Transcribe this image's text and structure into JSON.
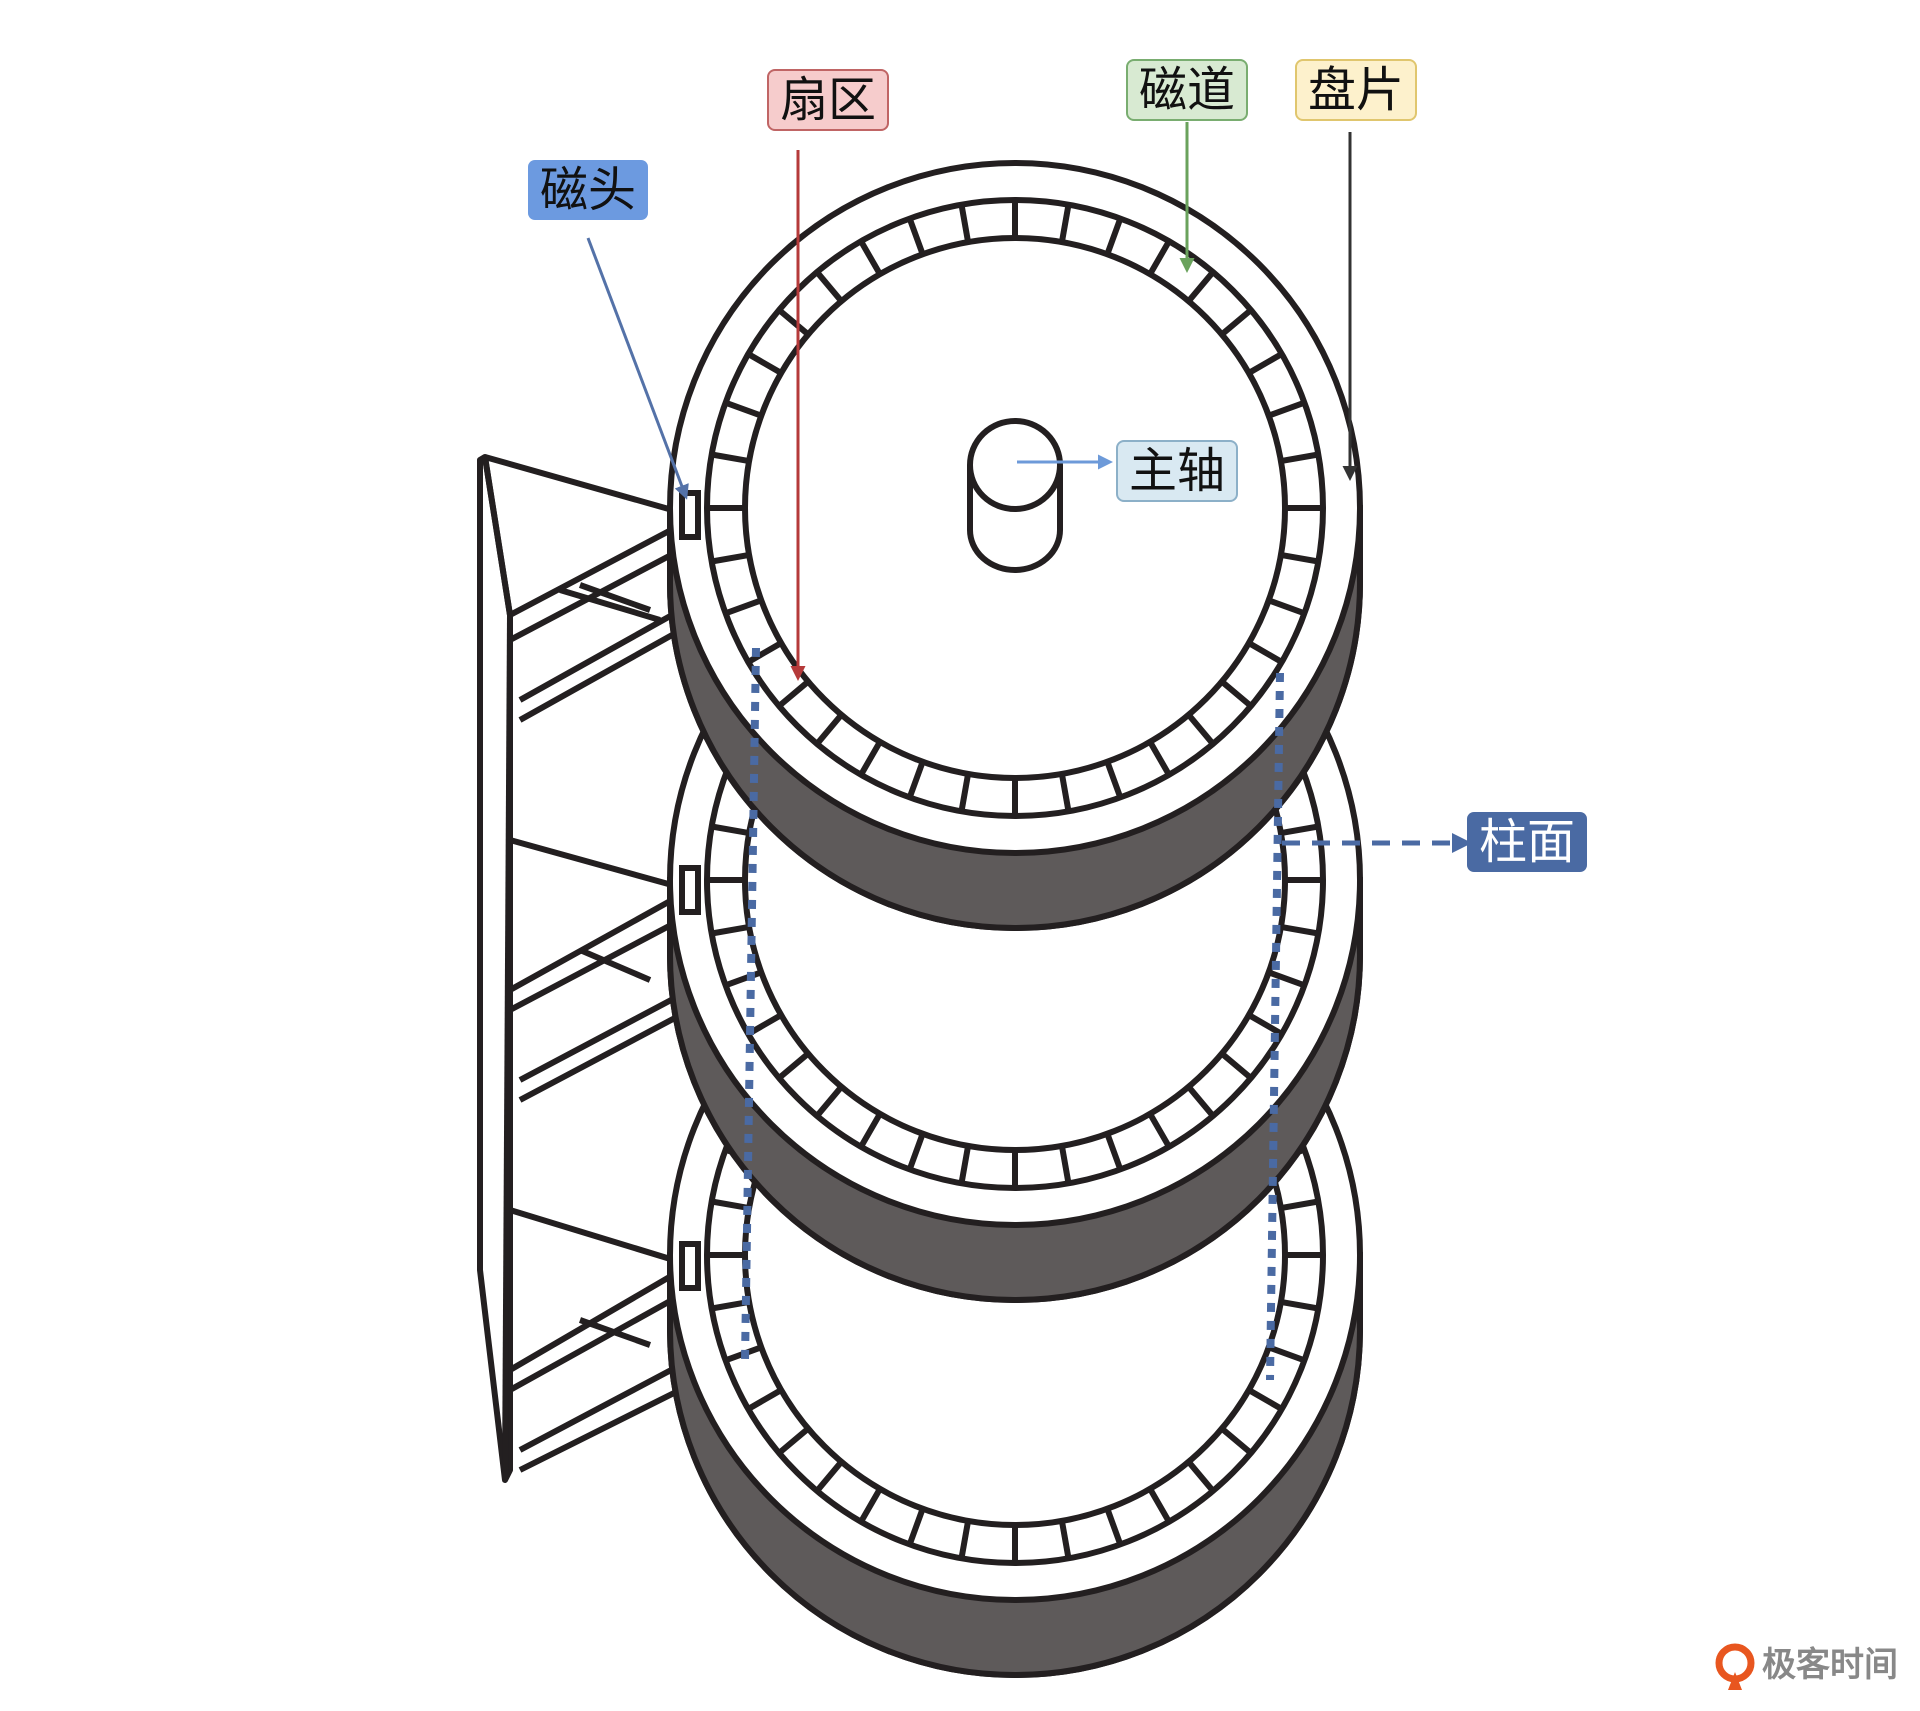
{
  "labels": {
    "head": "磁头",
    "sector": "扇区",
    "track": "磁道",
    "platter": "盘片",
    "spindle": "主轴",
    "cylinder": "柱面"
  },
  "brand": {
    "name": "极客时间"
  },
  "colors": {
    "head_fill": "#6c9ae0",
    "head_arrow": "#5472a8",
    "sector_fill": "#f6cccc",
    "sector_border": "#c06565",
    "sector_arrow": "#b53a3a",
    "track_fill": "#d8ead2",
    "track_border": "#79ad70",
    "track_arrow": "#6aa25c",
    "platter_fill": "#fdf1cc",
    "platter_border": "#e0c66e",
    "platter_arrow": "#333333",
    "spindle_fill": "#d9e9f2",
    "spindle_border": "#8cb0c8",
    "spindle_arrow": "#6d9ad9",
    "cylinder_fill": "#4a6aa3",
    "cylinder_text": "#ffffff",
    "disk_side": "#5e5a5a",
    "outline": "#231f20",
    "brand_orange": "#e8561f",
    "brand_gray": "#888888"
  }
}
